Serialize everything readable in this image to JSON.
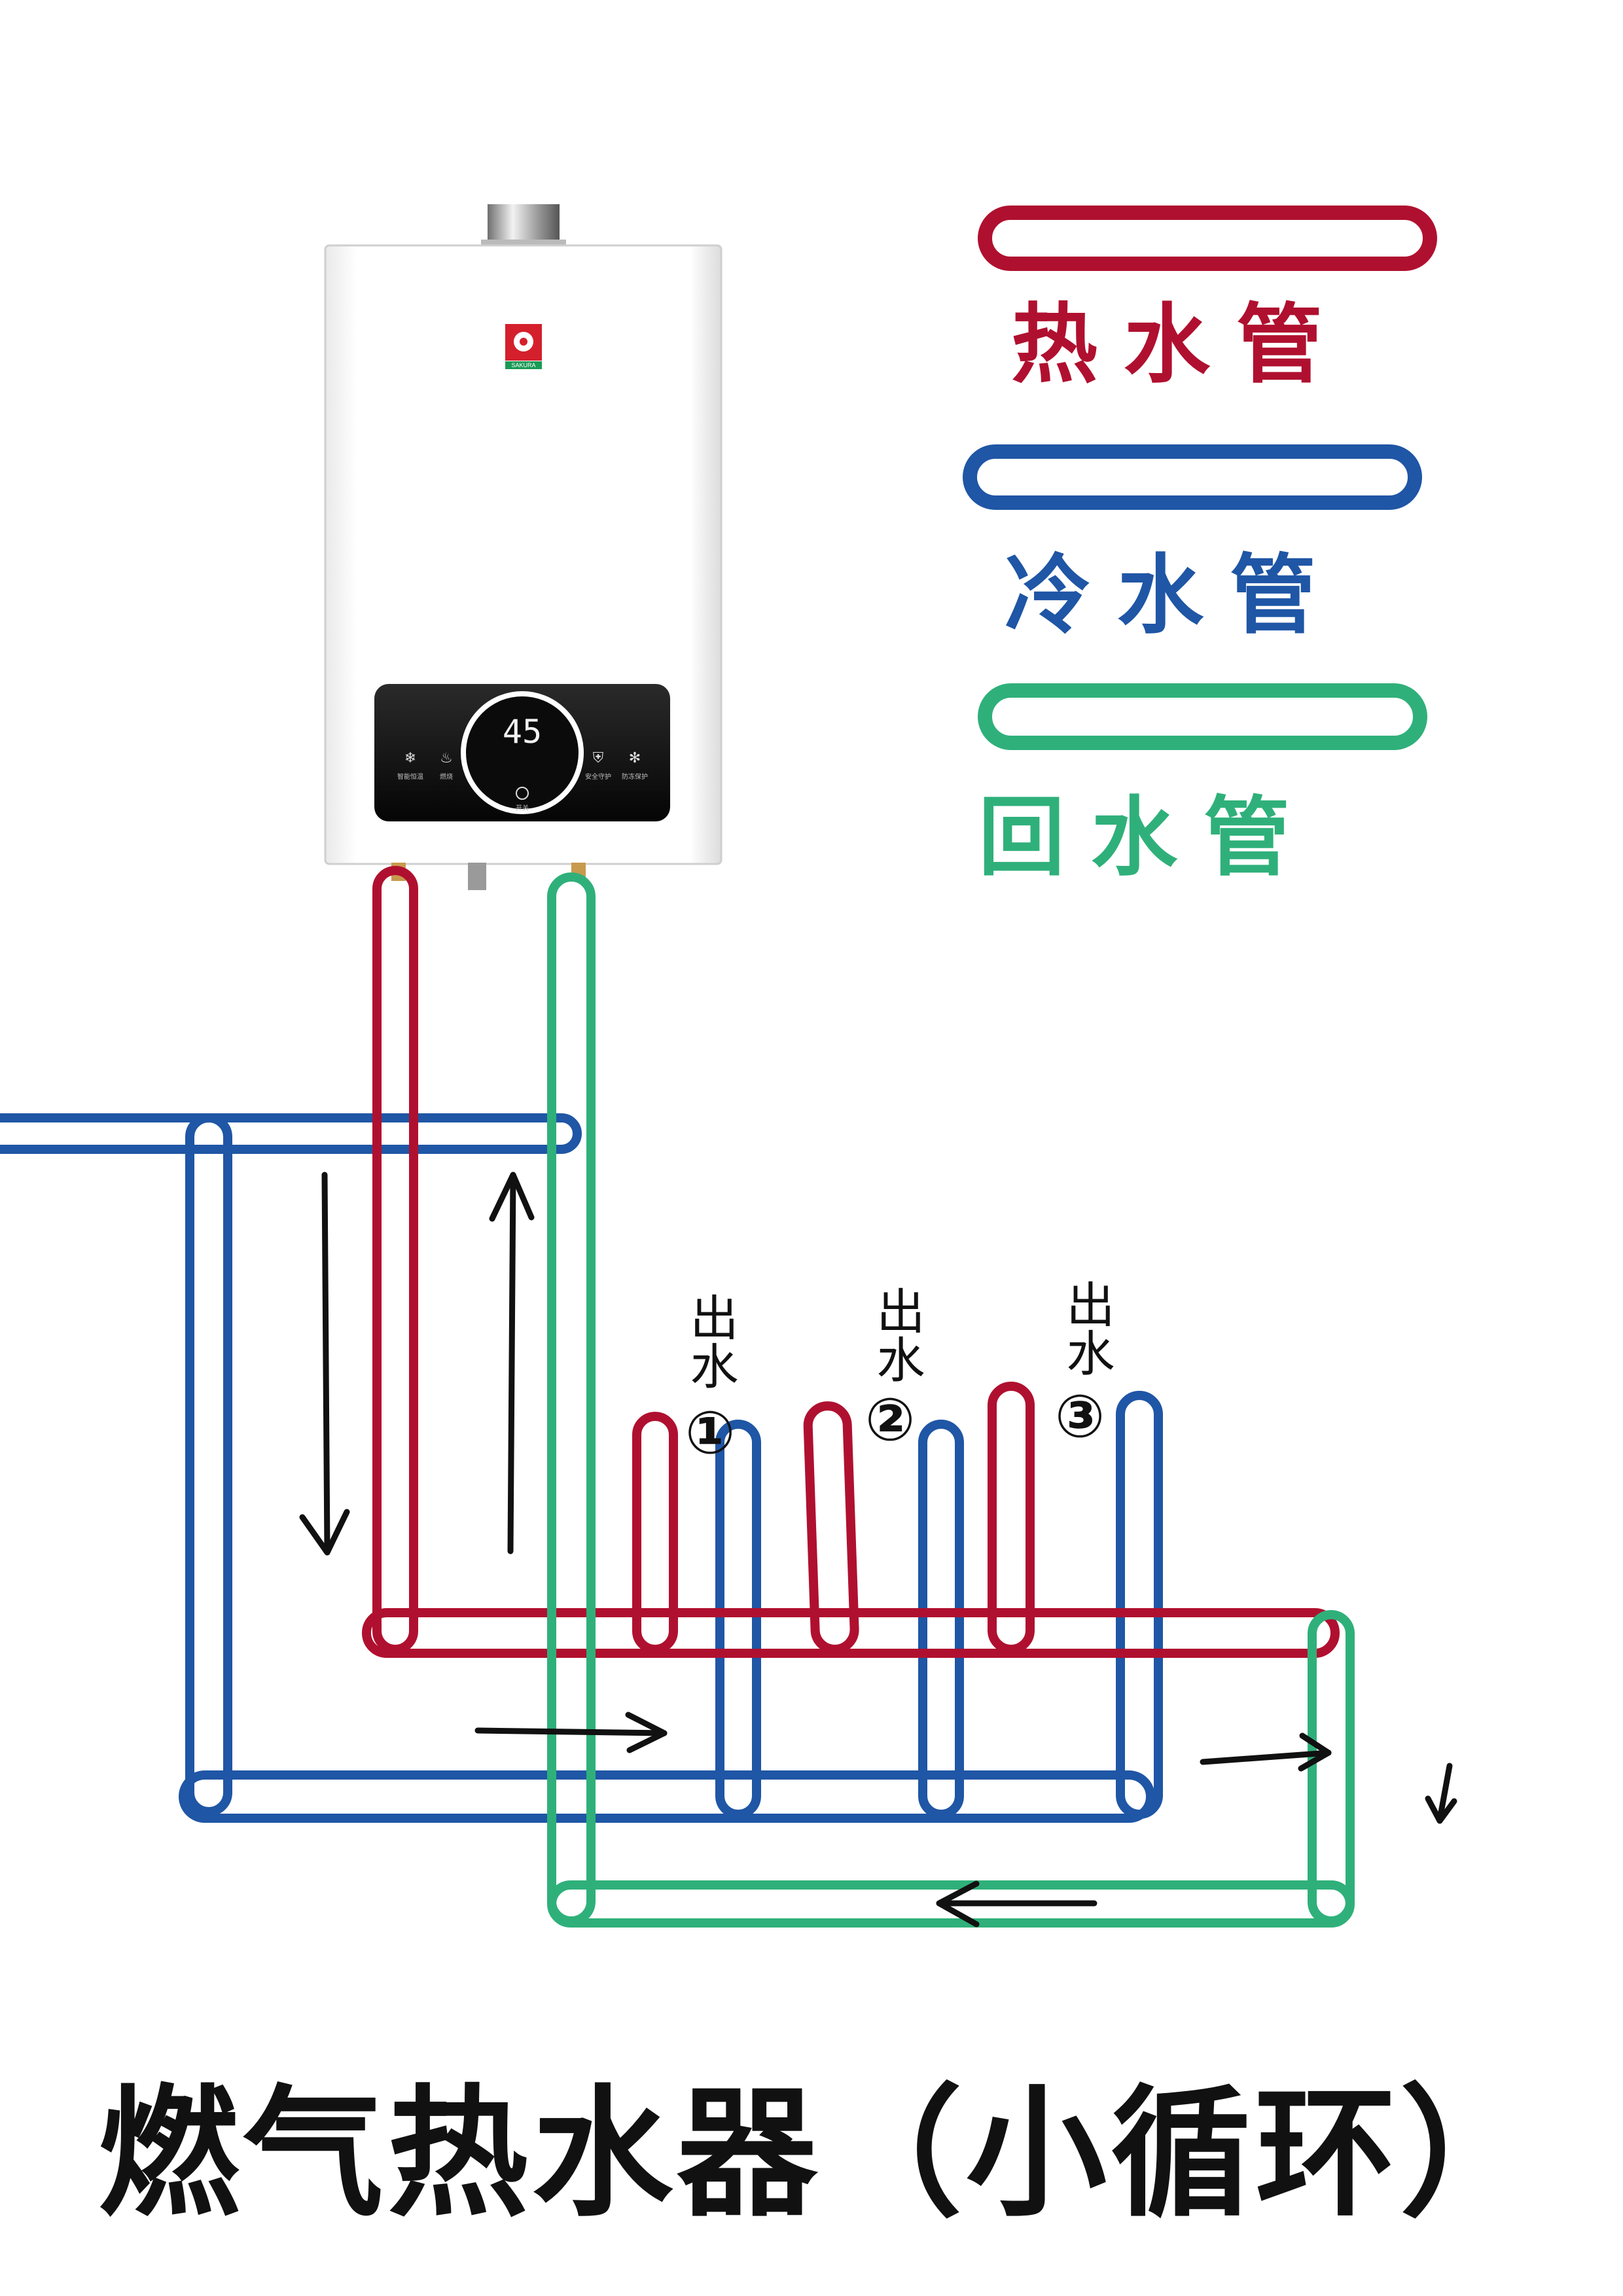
{
  "colors": {
    "hot": "#b0102f",
    "cold": "#1f56a5",
    "return": "#2fb07a",
    "ink": "#111111"
  },
  "legend": {
    "hot": "热水管",
    "cold": "冷水管",
    "return": "回水管"
  },
  "heater": {
    "brand": "SAKURA",
    "display_temp": "45",
    "panel_labels": [
      "智能恒温",
      "燃烧",
      "安全守护",
      "防冻保护"
    ],
    "power_label": "开关"
  },
  "outlets": [
    {
      "text": "出水",
      "number": "①"
    },
    {
      "text": "出水",
      "number": "②"
    },
    {
      "text": "出水",
      "number": "③"
    }
  ],
  "title": "燃气热水器（小循环）"
}
